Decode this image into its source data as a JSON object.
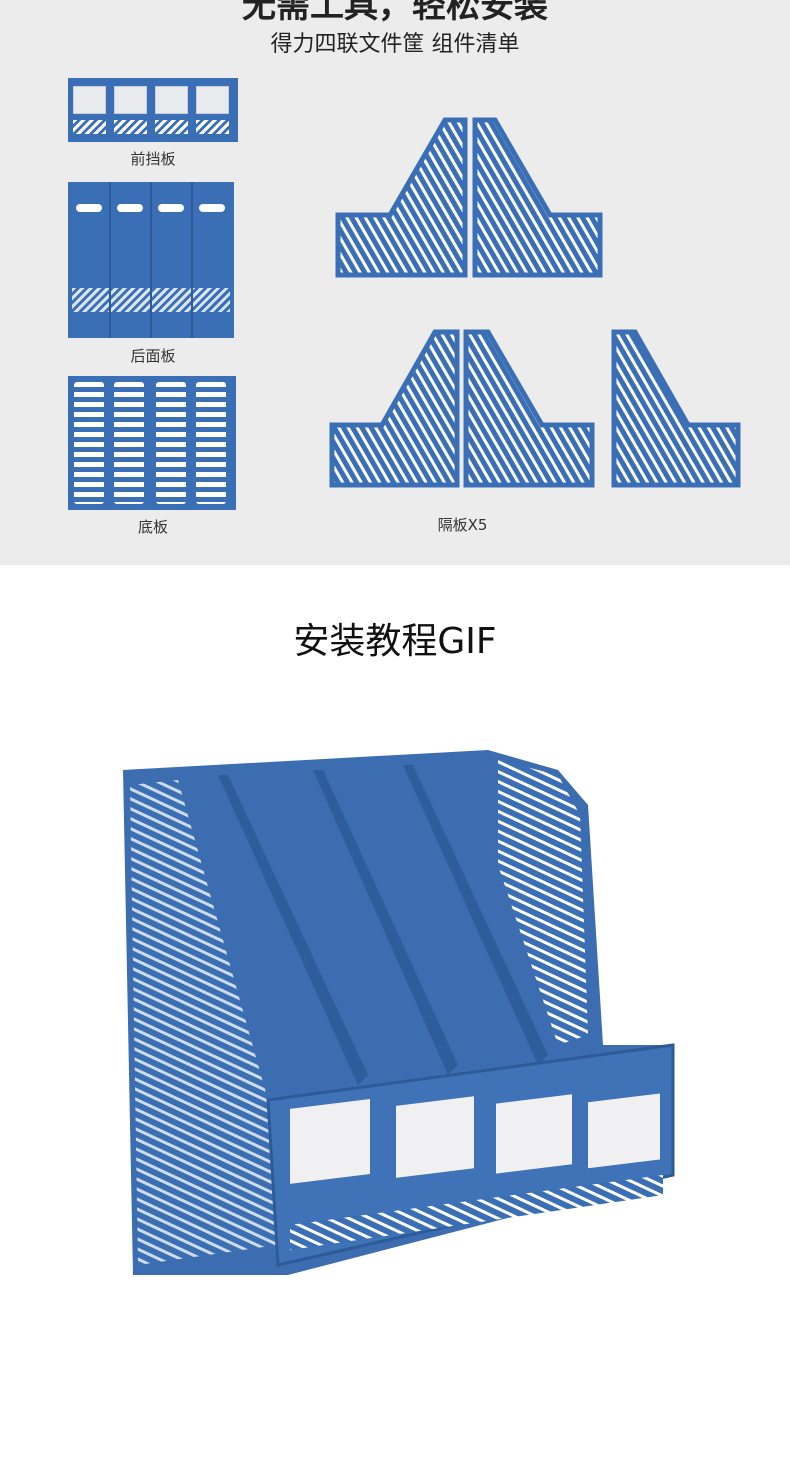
{
  "header": {
    "title": "无需工具，轻松安装",
    "subtitle": "得力四联文件筐 组件清单"
  },
  "parts": [
    {
      "label": "前挡板"
    },
    {
      "label": "后面板"
    },
    {
      "label": "底板"
    },
    {
      "label": "隔板X5"
    }
  ],
  "tutorial": {
    "title": "安装教程GIF"
  },
  "colors": {
    "product_blue": "#3a6fb5",
    "background": "#ececec"
  }
}
